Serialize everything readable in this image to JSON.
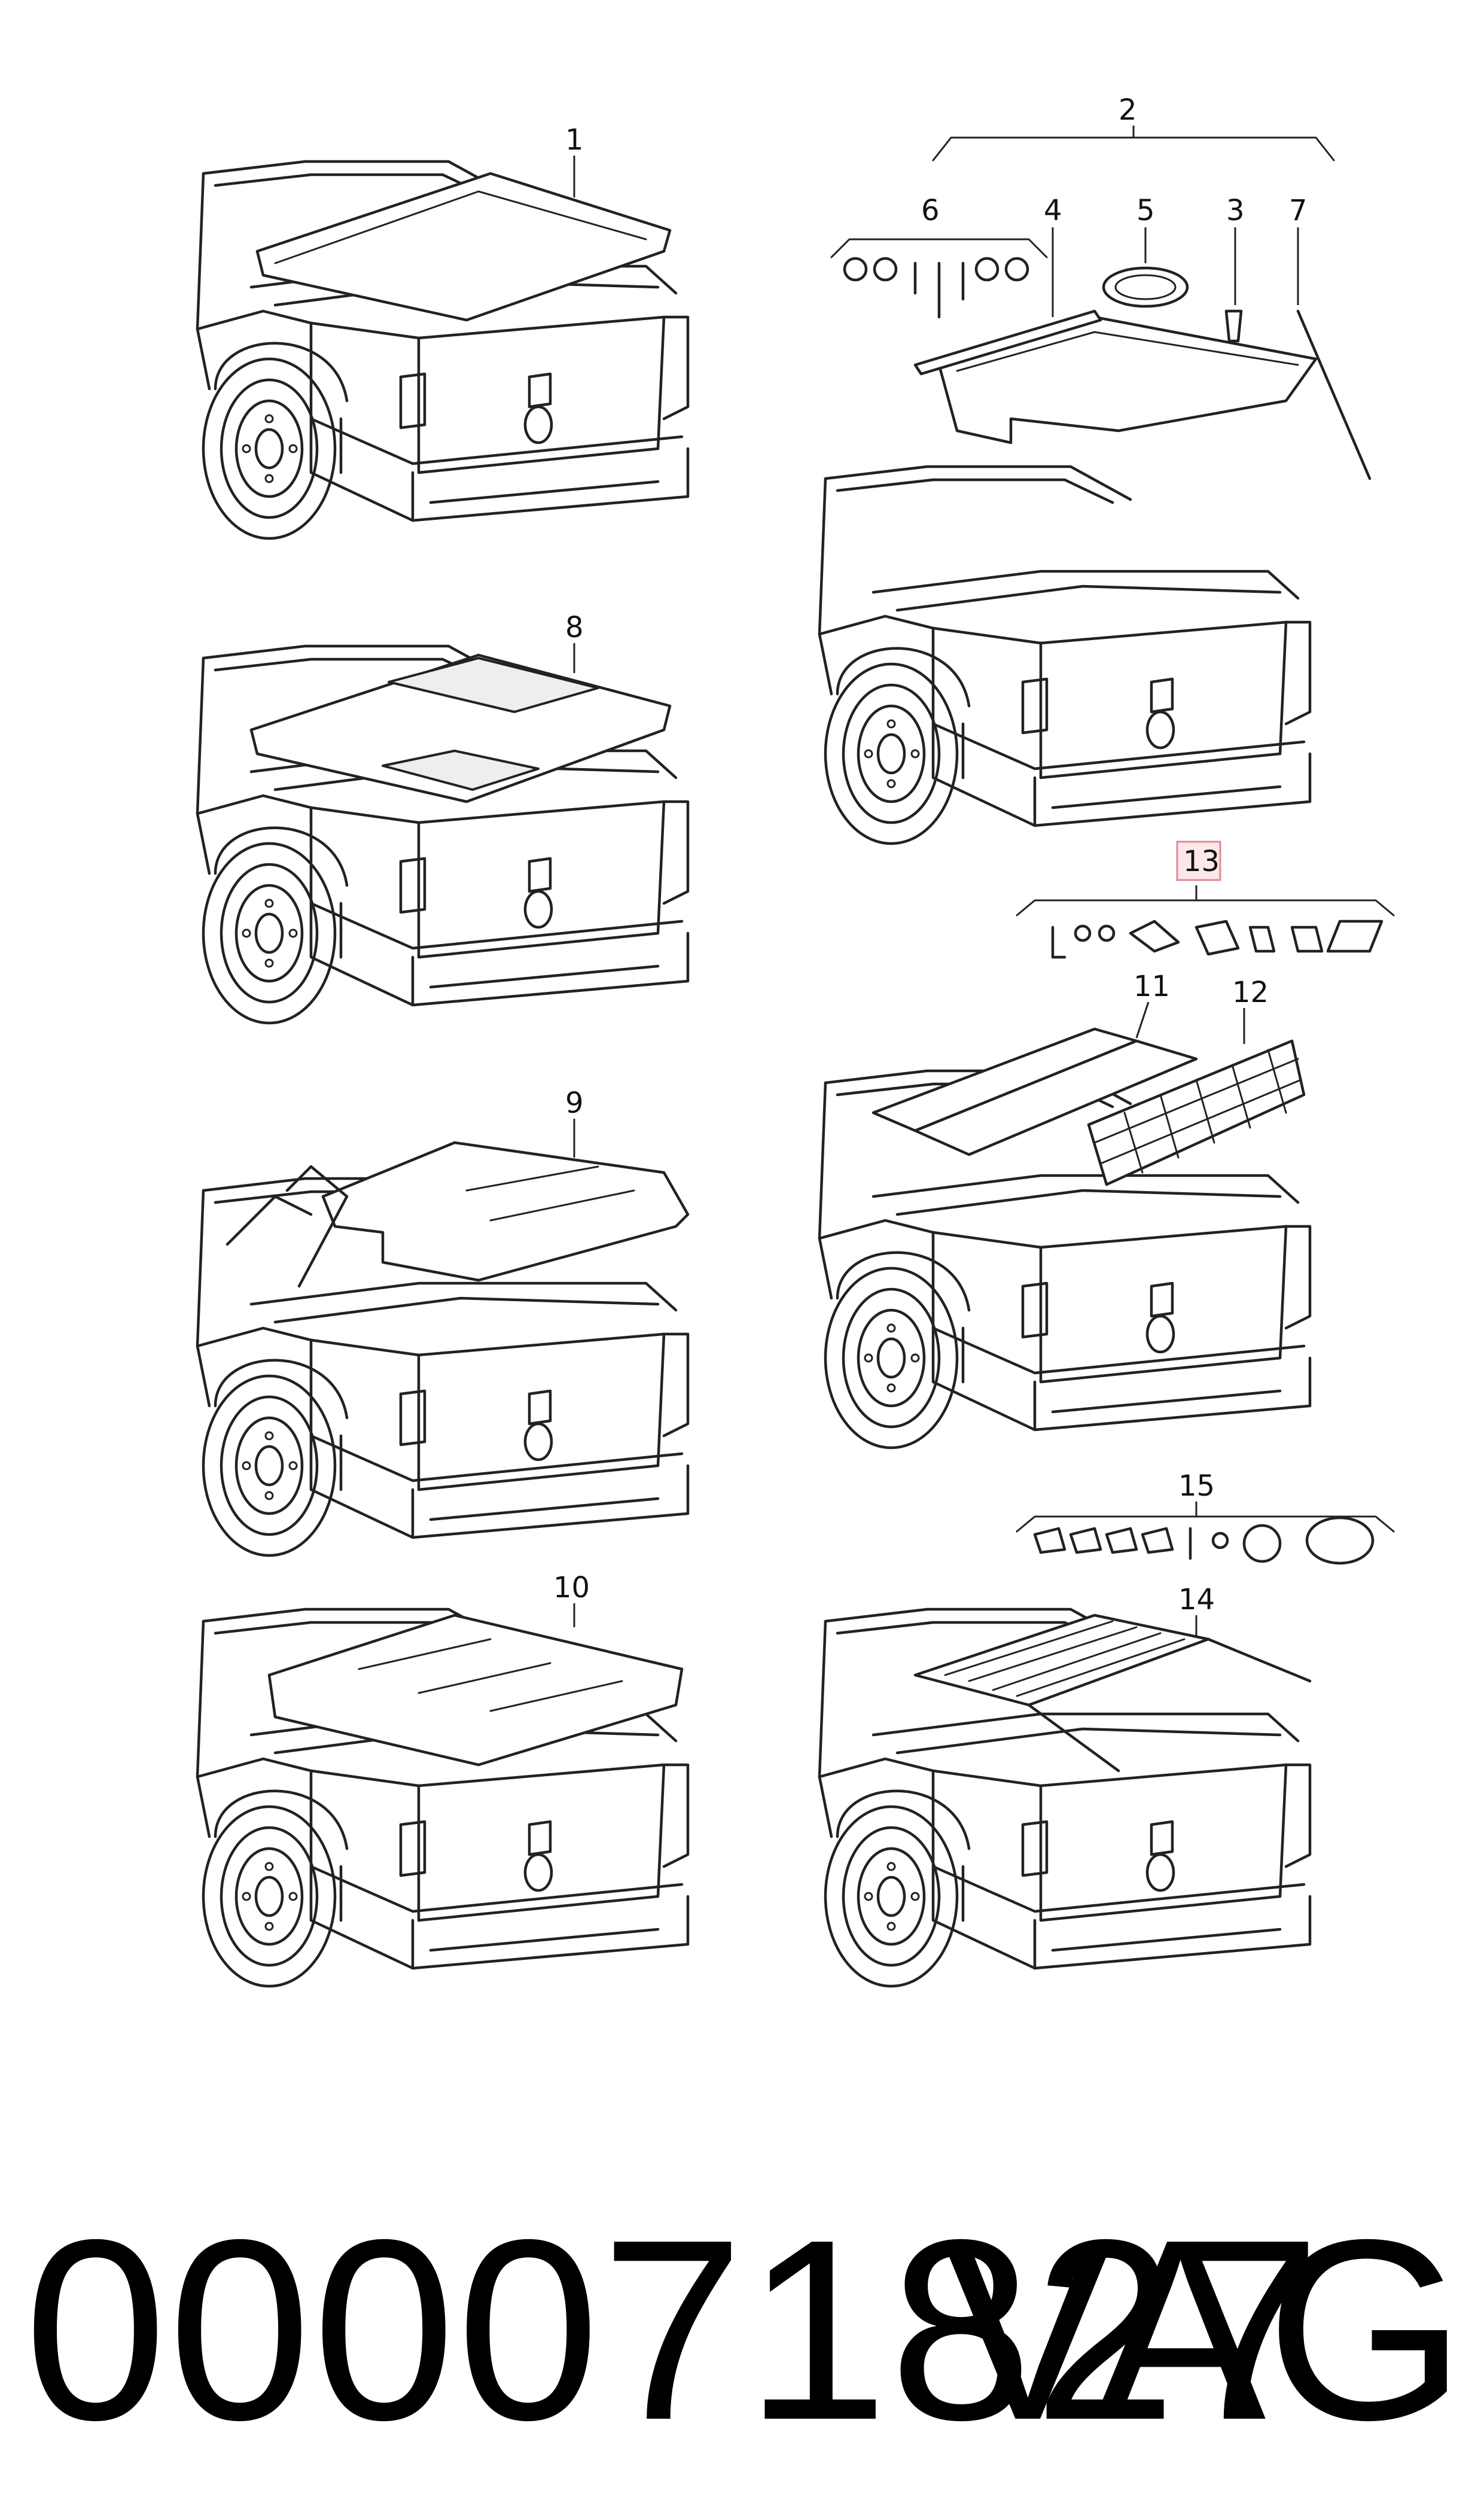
{
  "diagram": {
    "callouts": {
      "c1": "1",
      "c2": "2",
      "c3": "3",
      "c4": "4",
      "c5": "5",
      "c6": "6",
      "c7": "7",
      "c8": "8",
      "c9": "9",
      "c10": "10",
      "c11": "11",
      "c12": "12",
      "c13": "13",
      "c14": "14",
      "c15": "15"
    },
    "highlighted_callout": "13",
    "highlight_color": "#fde7ea"
  },
  "footer": {
    "part_number": "000071827",
    "brand": "VAG"
  }
}
